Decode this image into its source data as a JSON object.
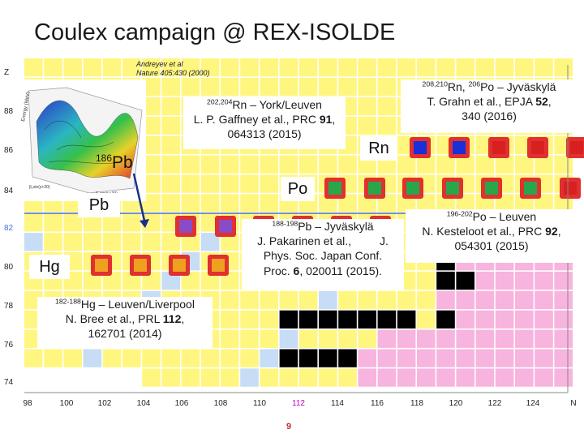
{
  "title": "Coulex campaign @ REX-ISOLDE",
  "axis": {
    "z_label": "Z",
    "y_ticks": [
      "88",
      "86",
      "84",
      "82",
      "80",
      "78",
      "76",
      "74"
    ],
    "x_ticks": [
      "98",
      "100",
      "102",
      "104",
      "106",
      "108",
      "110",
      "112",
      "114",
      "116",
      "118",
      "120",
      "122",
      "124",
      "N"
    ],
    "highlight_x": "112"
  },
  "colors": {
    "yellow": "#fff680",
    "lightblue": "#c6ddf5",
    "pink": "#f7b4de",
    "black": "#000000",
    "red_frame": "#e03030",
    "blue_fill": "#1a2fd8",
    "green_fill": "#29a64a",
    "purple_fill": "#8a4bc6",
    "orange_fill": "#f0a020",
    "red_fill": "#d82020",
    "magic_line": "#4a6fe0"
  },
  "inset": {
    "citation_line1": "Andreyev et al",
    "citation_line2": "Nature 405:430 (2000)",
    "isotope_mass": "186",
    "isotope_symbol": "Pb",
    "surface_label": "Energy (MeV)",
    "axis_label_a": "β₂sin(γ+30)",
    "axis_label_b": "β₂cos(γ+30)"
  },
  "elements": {
    "rn": "Rn",
    "po": "Po",
    "pb": "Pb",
    "hg": "Hg"
  },
  "notes": {
    "rn_york": {
      "mass": "202,204",
      "text1": "Rn – York/Leuven",
      "text2a": "L. P. Gaffney et al., PRC ",
      "vol": "91",
      "text2b": ",",
      "text3": "064313 (2015)"
    },
    "rn_jyv": {
      "mass1": "208,210",
      "sym1": "Rn, ",
      "mass2": "206",
      "sym2": "Po – Jyväskylä",
      "text2a": "T. Grahn et al., EPJA ",
      "vol": "52",
      "text2b": ",",
      "text3": "340 (2016)"
    },
    "po_leuven": {
      "mass": "196-202",
      "text1": "Po – Leuven",
      "text2a": "N. Kesteloot et al., PRC ",
      "vol": "92",
      "text2b": ",",
      "text3": "054301 (2015)"
    },
    "pb_jyv": {
      "mass": "188-198",
      "text1": "Pb – Jyväskylä",
      "text2": "J. Pakarinen et al.,         J.",
      "text3": "Phys. Soc. Japan Conf.",
      "text4a": "Proc. ",
      "vol": "6",
      "text4b": ", 020011 (2015)."
    },
    "hg_leuven": {
      "mass": "182-188",
      "text1": "Hg – Leuven/Liverpool",
      "text2a": "N. Bree et al., PRL ",
      "vol": "112",
      "text2b": ",",
      "text3": "162701 (2014)"
    }
  },
  "page_number": "9"
}
